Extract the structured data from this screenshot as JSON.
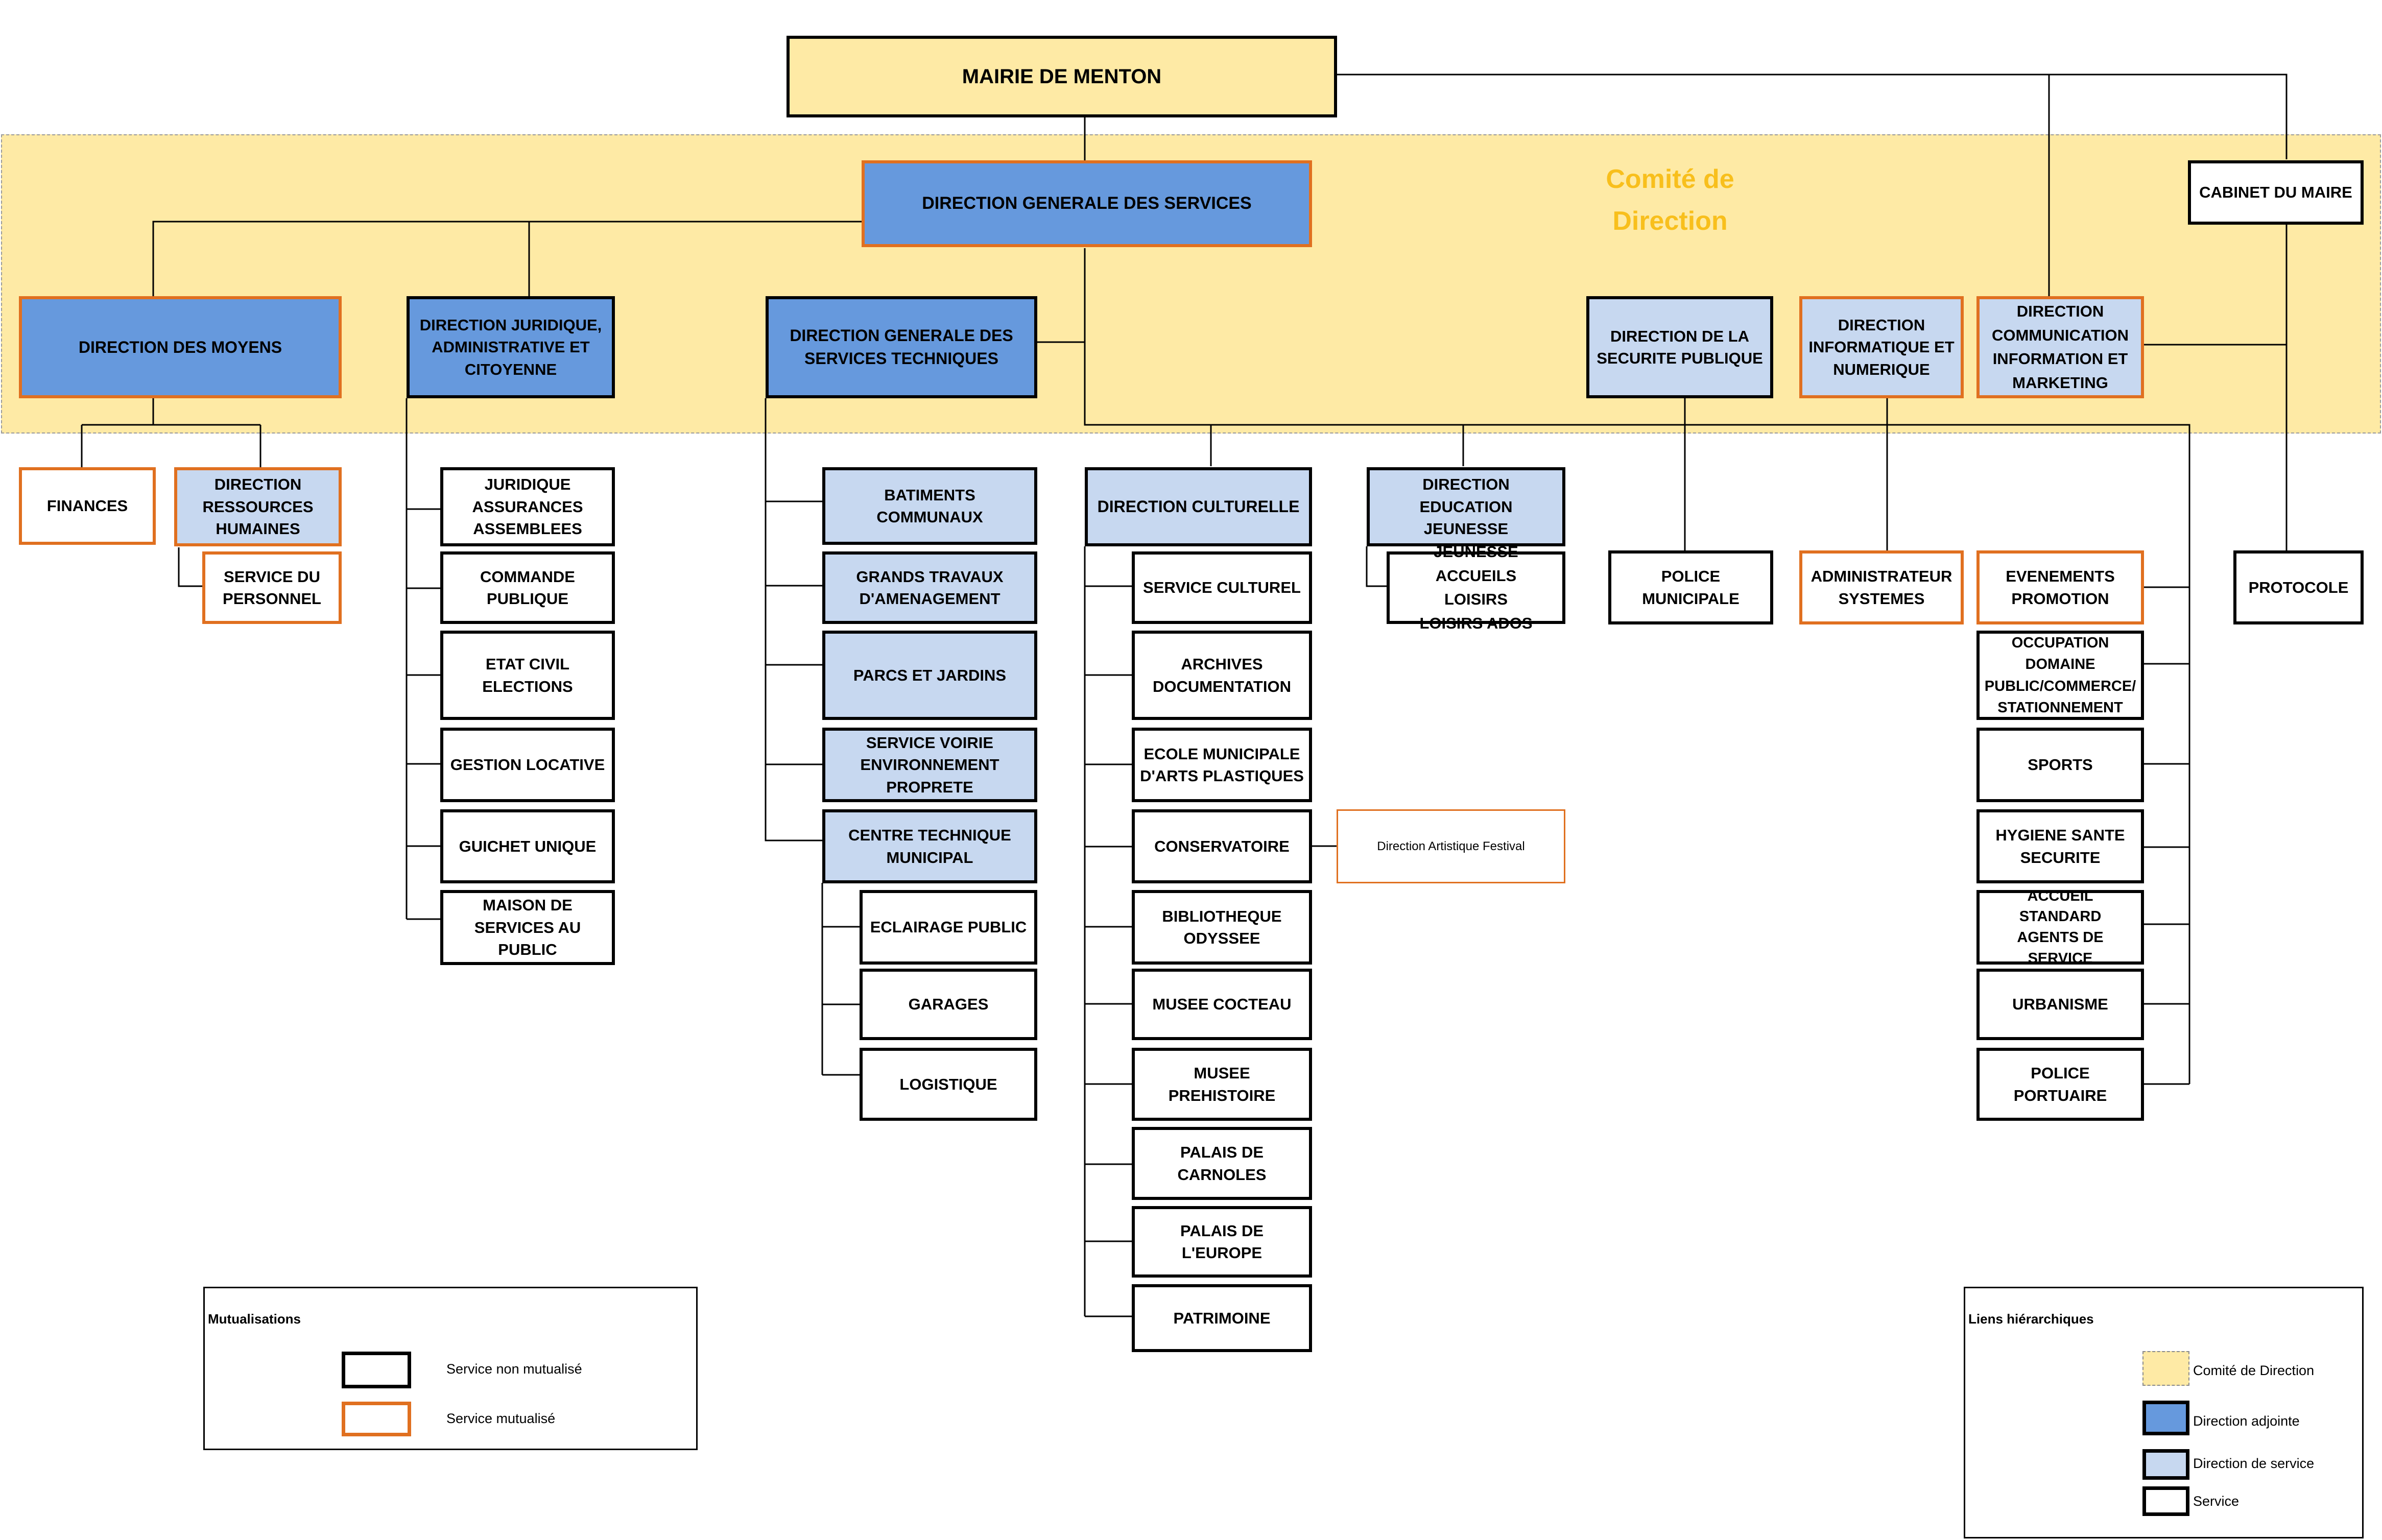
{
  "comite_label": "Comité de\nDirection",
  "colors": {
    "comite_bg": "#feeaa5",
    "direction_adjointe": "#6699dd",
    "direction_service": "#c7d8f0",
    "mutualise_border": "#e07020",
    "comite_label": "#f8bf1c"
  },
  "boxes": {
    "mairie": "MAIRIE DE MENTON",
    "dgs": "DIRECTION GENERALE DES SERVICES",
    "cabinet": "CABINET DU MAIRE",
    "moyens": "DIRECTION DES MOYENS",
    "juridique_dir": "DIRECTION JURIDIQUE,\nADMINISTRATIVE ET\nCITOYENNE",
    "dgst": "DIRECTION GENERALE DES\nSERVICES TECHNIQUES",
    "securite": "DIRECTION DE LA\nSECURITE PUBLIQUE",
    "informatique": "DIRECTION\nINFORMATIQUE ET\nNUMERIQUE",
    "communication": "DIRECTION\nCOMMUNICATION\nINFORMATION ET\nMARKETING",
    "finances": "FINANCES",
    "drh": "DIRECTION\nRESSOURCES\nHUMAINES",
    "personnel": "SERVICE DU\nPERSONNEL",
    "juridique": "JURIDIQUE\nASSURANCES\nASSEMBLEES",
    "commande": "COMMANDE\nPUBLIQUE",
    "etat_civil": "ETAT CIVIL\nELECTIONS",
    "gestion_locative": "GESTION LOCATIVE",
    "guichet": "GUICHET UNIQUE",
    "maison": "MAISON DE\nSERVICES AU PUBLIC",
    "batiments": "BATIMENTS\nCOMMUNAUX",
    "grands_travaux": "GRANDS TRAVAUX\nD'AMENAGEMENT",
    "parcs": "PARCS ET JARDINS",
    "voirie": "SERVICE VOIRIE\nENVIRONNEMENT\nPROPRETE",
    "ctm": "CENTRE TECHNIQUE\nMUNICIPAL",
    "eclairage": "ECLAIRAGE PUBLIC",
    "garages": "GARAGES",
    "logistique": "LOGISTIQUE",
    "culturelle": "DIRECTION CULTURELLE",
    "service_culturel": "SERVICE CULTUREL",
    "archives": "ARCHIVES\nDOCUMENTATION",
    "ecole_arts": "ECOLE MUNICIPALE\nD'ARTS PLASTIQUES",
    "conservatoire": "CONSERVATOIRE",
    "festival": "Direction Artistique Festival",
    "bibliotheque": "BIBLIOTHEQUE\nODYSSEE",
    "cocteau": "MUSEE COCTEAU",
    "prehistoire": "MUSEE PREHISTOIRE",
    "carnoles": "PALAIS DE CARNOLES",
    "europe": "PALAIS DE L'EUROPE",
    "patrimoine": "PATRIMOINE",
    "education": "DIRECTION EDUCATION\nJEUNESSE",
    "jeunesse": "JEUNESSE ACCUEILS\nLOISIRS\nLOISIRS ADOS",
    "police_municipale": "POLICE\nMUNICIPALE",
    "admin_systemes": "ADMINISTRATEUR\nSYSTEMES",
    "evenements": "EVENEMENTS\nPROMOTION",
    "occupation": "OCCUPATION\nDOMAINE\nPUBLIC/COMMERCE/\nSTATIONNEMENT",
    "sports": "SPORTS",
    "hygiene": "HYGIENE SANTE\nSECURITE",
    "accueil": "ACCUEIL STANDARD\nAGENTS DE SERVICE",
    "urbanisme": "URBANISME",
    "police_portuaire": "POLICE PORTUAIRE",
    "protocole": "PROTOCOLE"
  },
  "legend_mutualisations": {
    "title": "Mutualisations",
    "items": [
      "Service non mutualisé",
      "Service mutualisé"
    ]
  },
  "legend_hierarchie": {
    "title": "Liens hiérarchiques",
    "items": [
      "Comité de Direction",
      "Direction adjointe",
      "Direction de service",
      "Service"
    ]
  }
}
